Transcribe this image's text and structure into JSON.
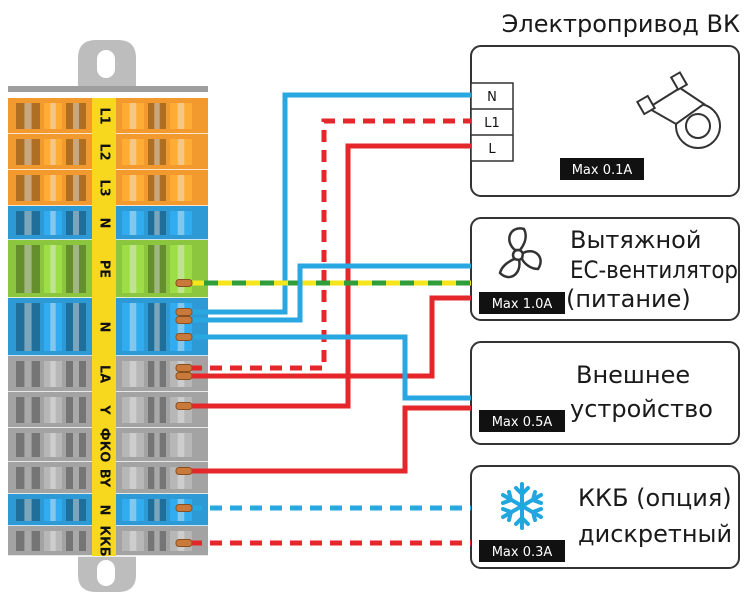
{
  "actuator": {
    "title": "Электропривод ВК",
    "pins": [
      "N",
      "L1",
      "L"
    ],
    "max": "Max 0.1A"
  },
  "fan": {
    "line1": "Вытяжной",
    "line2": "ЕС-вентилятор",
    "line3": "(питание)",
    "max": "Max 1.0A"
  },
  "external": {
    "line1": "Внешнее",
    "line2": "устройство",
    "max": "Max 0.5A"
  },
  "kkb": {
    "line1": "ККБ (опция)",
    "line2": "дискретный",
    "max": "Max 0.3A"
  },
  "terminals": [
    {
      "label": "L1",
      "color": "#f39a2f"
    },
    {
      "label": "L2",
      "color": "#f39a2f"
    },
    {
      "label": "L3",
      "color": "#f39a2f"
    },
    {
      "label": "N",
      "color": "#2d9ad6"
    },
    {
      "label": "PE",
      "color": "#8cc63f"
    },
    {
      "label": "N",
      "color": "#2d9ad6"
    },
    {
      "label": "LA",
      "color": "#a3a3a3"
    },
    {
      "label": "Y",
      "color": "#a3a3a3"
    },
    {
      "label": "ФКО",
      "color": "#a3a3a3"
    },
    {
      "label": "BY",
      "color": "#a3a3a3"
    },
    {
      "label": "N",
      "color": "#2d9ad6"
    },
    {
      "label": "ККБ",
      "color": "#a3a3a3"
    }
  ],
  "colors": {
    "blue_wire": "#29a7e1",
    "red_wire": "#e5262b",
    "pe_green": "#2e9d3a",
    "pe_yellow": "#f5e51c",
    "label_strip": "#f8d71f",
    "rail": "#b5b5b5"
  },
  "icons": [
    "valve-actuator-icon",
    "fan-icon",
    "snowflake-icon"
  ]
}
